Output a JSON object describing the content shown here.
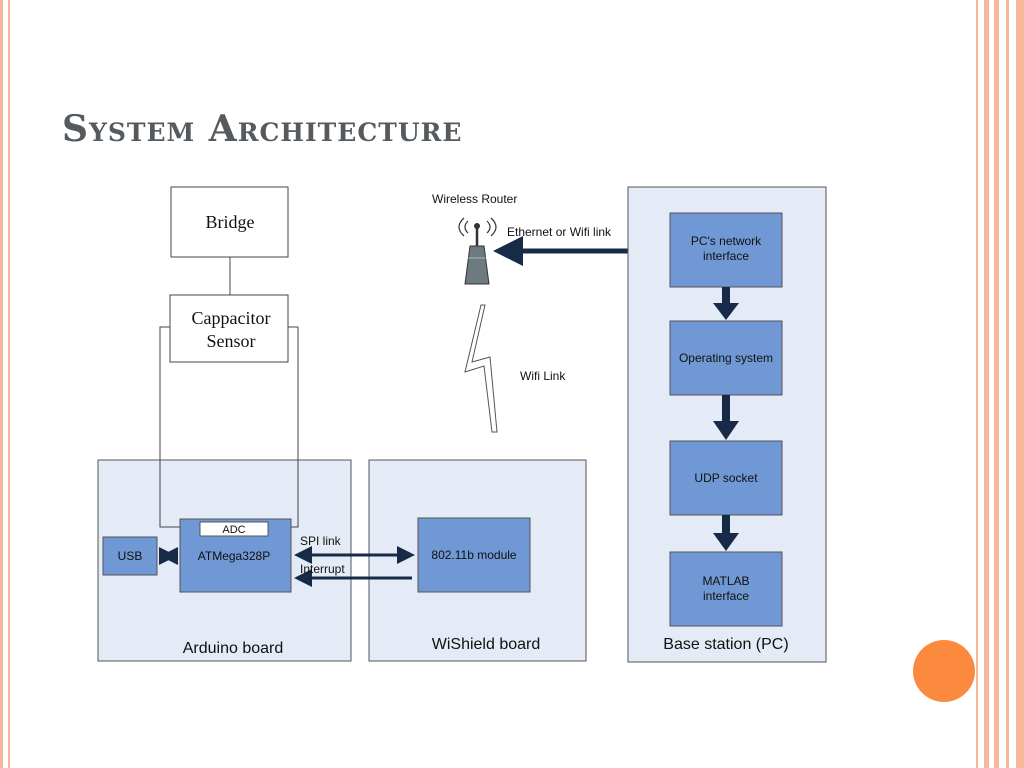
{
  "slide": {
    "title": "System Architecture"
  },
  "diagram": {
    "router_label": "Wireless Router",
    "router_link_label": "Ethernet or Wifi link",
    "wifi_link_label": "Wifi Link",
    "bridge_label": "Bridge",
    "capacitor_line1": "Cappacitor",
    "capacitor_line2": "Sensor",
    "arduino_board_label": "Arduino board",
    "usb_label": "USB",
    "adc_label": "ADC",
    "mcu_label": "ATMega328P",
    "spi_label": "SPI link",
    "interrupt_label": "Interrupt",
    "wishield_board_label": "WiShield board",
    "wifi_module_label": "802.11b module",
    "base_station_label": "Base station (PC)",
    "pc_nic_line1": "PC's network",
    "pc_nic_line2": "interface",
    "os_label": "Operating system",
    "udp_label": "UDP socket",
    "matlab_line1": "MATLAB",
    "matlab_line2": "interface"
  },
  "colors": {
    "accent": "#fb8a3e",
    "border_stripes": "#f6b79a",
    "board_fill": "#e4ebf6",
    "block_fill": "#6f98d4",
    "arrow": "#172b48"
  }
}
